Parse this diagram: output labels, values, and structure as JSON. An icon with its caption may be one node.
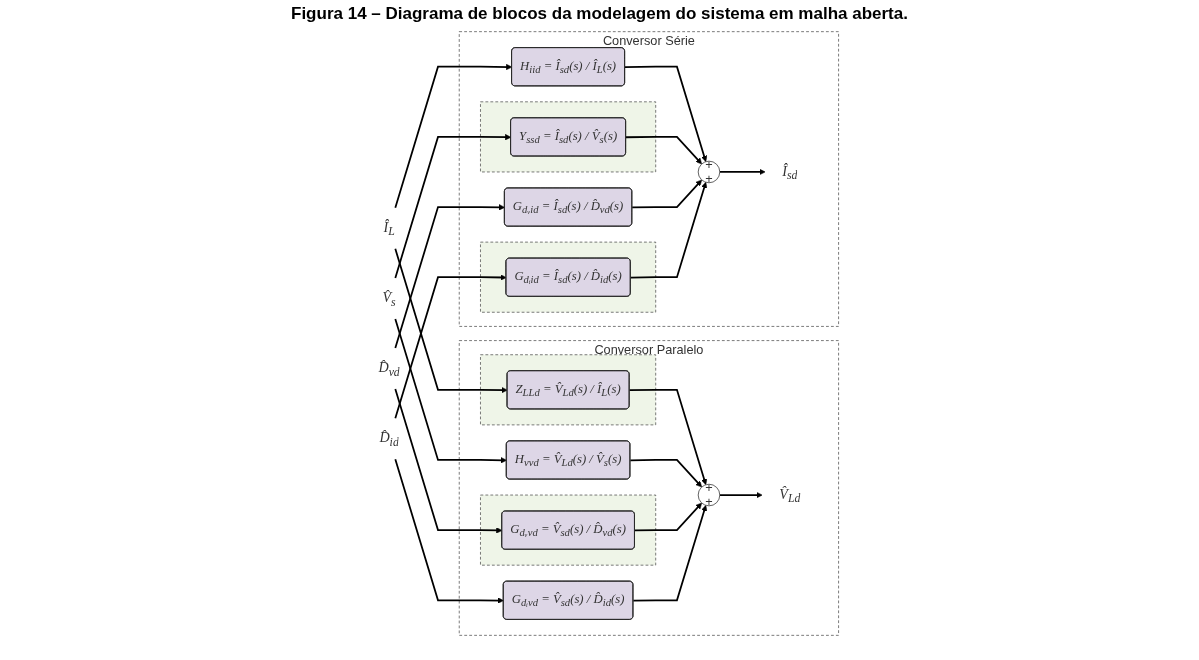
{
  "diagram": {
    "title": "Figura 14 – Diagrama de blocos da modelagem do sistema em malha aberta.",
    "nodes": [
      {
        "text": [
          "Î$_{L}$"
        ]
      },
      {
        "text": [
          "Conversor Paralelo"
        ]
      },
      {
        "text": [],
        "shape": "box",
        "in": 1
      },
      {
        "text": [
          "Z$_{LLd}$ = V̂$_{Ld}$(s) / Î$_{L}$(s)"
        ],
        "in": 2
      },
      {
        "text": [
          "Conversor Série"
        ]
      },
      {
        "text": [
          "H$_{iid}$ = Î$_{sd}$(s) / Î$_{L}$(s)"
        ],
        "in": 4
      },
      {
        "text": [
          "V̂$_{s}$"
        ]
      },
      {
        "text": [
          "H$_{vvd}$ = V̂$_{Ld}$(s) / V̂$_{s}$(s)"
        ],
        "in": 1
      },
      {
        "text": [],
        "shape": "box",
        "in": 4
      },
      {
        "text": [
          "Y$_{ssd}$ = Î$_{sd}$(s) / V̂$_{s}$(s)"
        ],
        "in": 8
      },
      {
        "text": [
          "+",
          "+"
        ],
        "in": 1
      },
      {
        "text": [
          "V̂$_{Ld}$"
        ],
        "in": 1
      },
      {
        "text": [
          "D̂$_{vd}$"
        ]
      },
      {
        "text": [],
        "shape": "box",
        "in": 1
      },
      {
        "text": [
          "G$_{dᵥvd}$ = V̂$_{sd}$(s) / D̂$_{vd}$(s)"
        ],
        "in": 13
      },
      {
        "text": [
          "+",
          "+"
        ],
        "in": 4
      },
      {
        "text": [
          "Î$_{sd}$"
        ],
        "in": 4
      },
      {
        "text": [
          "G$_{dᵥid}$ = Î$_{sd}$(s) / D̂$_{vd}$(s)"
        ],
        "in": 4
      },
      {
        "text": [
          "D̂$_{id}$"
        ]
      },
      {
        "text": [
          "G$_{dᵢvd}$ = V̂$_{sd}$(s) / D̂$_{id}$(s)"
        ],
        "in": 1
      },
      {
        "text": [],
        "shape": "box",
        "in": 4
      },
      {
        "text": [
          "G$_{dᵢid}$ = Î$_{sd}$(s) / D̂$_{id}$(s)"
        ],
        "in": 20
      }
    ],
    "edges": [
      {
        "from": 0,
        "to": 3,
        "arrow": "to"
      },
      {
        "from": 0,
        "to": 5,
        "arrow": "to"
      },
      {
        "from": 6,
        "to": 7,
        "arrow": "to"
      },
      {
        "from": 6,
        "to": 9,
        "arrow": "to"
      },
      {
        "from": 12,
        "to": 14,
        "arrow": "to"
      },
      {
        "from": 12,
        "to": 17,
        "arrow": "to"
      },
      {
        "from": 18,
        "to": 19,
        "arrow": "to"
      },
      {
        "from": 18,
        "to": 21,
        "arrow": "to"
      },
      {
        "from": 3,
        "to": 10,
        "arrow": "to"
      },
      {
        "from": 7,
        "to": 10,
        "arrow": "to"
      },
      {
        "from": 14,
        "to": 10,
        "arrow": "to"
      },
      {
        "from": 19,
        "to": 10,
        "arrow": "to"
      },
      {
        "from": 10,
        "to": 11,
        "arrow": "to"
      },
      {
        "from": 5,
        "to": 15,
        "arrow": "to"
      },
      {
        "from": 9,
        "to": 15,
        "arrow": "to"
      },
      {
        "from": 17,
        "to": 15,
        "arrow": "to"
      },
      {
        "from": 21,
        "to": 15,
        "arrow": "to"
      },
      {
        "from": 15,
        "to": 16,
        "arrow": "to"
      }
    ]
  }
}
